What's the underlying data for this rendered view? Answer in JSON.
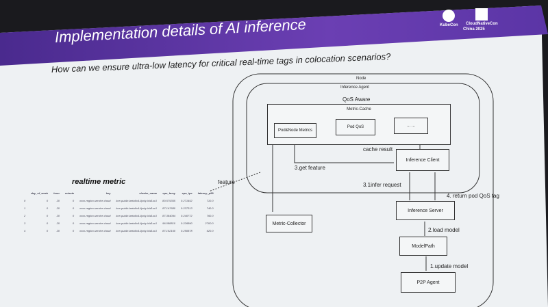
{
  "slide": {
    "title": "Implementation details of AI inference",
    "subtitle": "How can we ensure ultra-low latency for critical real-time tags in colocation scenarios?",
    "logos": {
      "kubecon": "KubeCon",
      "cloudnativecon": "CloudNativeCon",
      "event": "China 2025"
    }
  },
  "diagram": {
    "node": "Node",
    "agent": "Inference Agent",
    "qos": "QoS Aware",
    "cache": "Metric-Cache",
    "podnode": "Pod&Node Metrics",
    "podqos": "Pod QoS",
    "more": "... ...",
    "client": "Inference Client",
    "server": "Inference Server",
    "modelpath": "ModelPath",
    "p2p": "P2P Agent",
    "collector": "Metric-Collector",
    "cache_result": "cache result",
    "get_feature": "3.get feature",
    "infer_request": "3.1infer request",
    "return_tag": "4. return pod QoS tag",
    "load_model": "2.load model",
    "update_model": "1.update model",
    "feature": "feature"
  },
  "table": {
    "title": "realtime metric",
    "headers": [
      "",
      "day_of_week",
      "hour",
      "minute",
      "key",
      "cluster_name",
      "cpu_busy",
      "cpu_ipc",
      "latency_p99"
    ],
    "rows": [
      [
        "0",
        "0",
        "20",
        "0",
        "xxxx-region-service-cloud",
        "kce-public-beta6x4-l/poly-hbl1uc1",
        "80.575355",
        "0.271452",
        "710.0"
      ],
      [
        "1",
        "0",
        "20",
        "0",
        "xxxx-region-service-cloud",
        "kce-public-beta6x4-l/poly-hbl1uc1",
        "87.147680",
        "0.237313",
        "740.0"
      ],
      [
        "2",
        "0",
        "20",
        "0",
        "xxxx-region-service-cloud",
        "kce-public-beta6x4-l/poly-hbl1uc1",
        "87.384094",
        "0.240772",
        "760.0"
      ],
      [
        "3",
        "0",
        "20",
        "0",
        "xxxx-region-service-cloud",
        "kce-public-beta6x4-l/poly-hbl1uc1",
        "96.088810",
        "0.226890",
        "2700.0"
      ],
      [
        "4",
        "0",
        "20",
        "0",
        "xxxx-region-service-cloud",
        "kce-public-beta6x4-l/poly-hbl1uc1",
        "87.102160",
        "0.250878",
        "620.0"
      ]
    ]
  }
}
